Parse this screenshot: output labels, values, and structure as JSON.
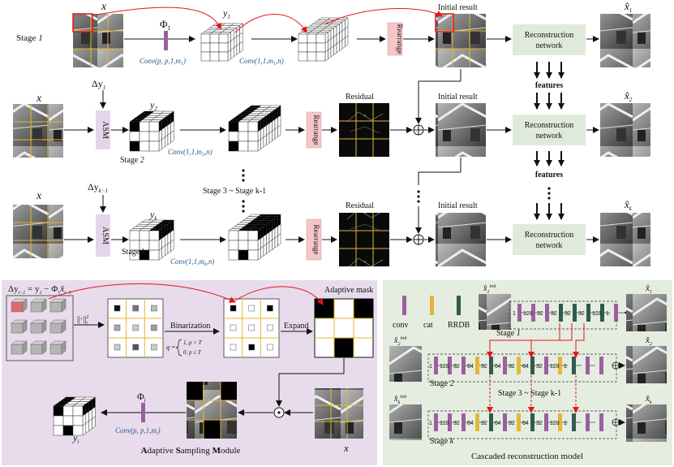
{
  "top": {
    "x": "x",
    "stage1": "Stage ",
    "stage1_num": "1",
    "phi1": "Φ",
    "phi1_sub": "1",
    "conv1": "Conv(p, p,1,m",
    "conv1_tail": ")",
    "y1": "y",
    "y1_sub": "1",
    "conv2": "Conv(1,1,m",
    "conv2_tail": ",n)",
    "rearrange": "Rearrange",
    "initial_result": "Initial result",
    "reconstruction": "Reconstruction",
    "network": "network",
    "xhat": "x̂",
    "xhat_sub": "1"
  },
  "row2": {
    "x": "x",
    "delta": "Δy",
    "delta_sub": "1",
    "asm": "ASM",
    "y": "y",
    "y_sub": "2",
    "conv": "Conv(1,1,m",
    "conv_sub": "2",
    "conv_tail": ",n)",
    "stage": "Stage ",
    "stage_num": "2",
    "rearrange": "Rearrange",
    "residual": "Residual",
    "initial_result": "Initial result",
    "reconstruction": "Reconstruction",
    "network": "network",
    "xhat_sub": "2",
    "features": "features"
  },
  "middle": {
    "stage_range": "Stage 3 ~ Stage k-1",
    "features": "features"
  },
  "row3": {
    "x": "x",
    "delta": "Δy",
    "delta_sub": "k−1",
    "asm": "ASM",
    "y": "y",
    "y_sub": "k",
    "conv": "Conv(1,1,m",
    "conv_sub": "k",
    "conv_tail": ",n)",
    "stage": "Stage ",
    "stage_num": "k",
    "rearrange": "Rearrange",
    "residual": "Residual",
    "initial_result": "Initial result",
    "reconstruction": "Reconstruction",
    "network": "network",
    "xhat_sub": "k"
  },
  "asm_panel": {
    "equation": "Δy",
    "equation_rest": " = y",
    "equation_rest2": " − Φ",
    "norm": "||·||",
    "binarization": "Binarization",
    "rule_q": "q =",
    "rule_1": "1, p > T",
    "rule_0": "0, p ≤ T",
    "expand": "Expand",
    "adaptive_mask": "Adaptive mask",
    "phi": "Φ",
    "phi_sub": "i",
    "conv": "Conv(p, p,1,m",
    "conv_tail": ")",
    "yi": "y",
    "yi_sub": "i",
    "x": "x",
    "title_a": "A",
    "title_daptive": "daptive ",
    "title_s": "S",
    "title_ampling": "ampling ",
    "title_m": "M",
    "title_odule": "odule"
  },
  "recon_panel": {
    "legend_conv": "conv",
    "legend_cat": "cat",
    "legend_rrdb": "RRDB",
    "init_sup": "init",
    "stage1": "Stage ",
    "stage1_num": "1",
    "stage2": "Stage ",
    "stage2_num": "2",
    "stage_mid": "Stage 3 ~ Stage k-1",
    "stagek": "Stage ",
    "stagek_num": "k",
    "channels_row1": [
      "1",
      "128",
      "32",
      "32",
      "32",
      "32",
      "128",
      "1"
    ],
    "channels_row2": [
      "1",
      "128",
      "32",
      "64",
      "32",
      "64",
      "32",
      "64",
      "32",
      "128",
      "1"
    ],
    "channels_row3": [
      "1",
      "128",
      "32",
      "64",
      "32",
      "64",
      "32",
      "64",
      "32",
      "128",
      "1"
    ],
    "title": "Cascaded reconstruction model"
  },
  "colors": {
    "red_line": "#e3161b",
    "purple_bar": "#9b5fa0",
    "yellow_bar": "#e3b63a",
    "green_bar": "#2f5b4e",
    "asm_box": "#e6d4ea",
    "rearrange_box": "#f4c6c6",
    "recon_box": "#dfeadb",
    "asm_panel_bg": "#e8dcec",
    "recon_panel_bg": "#e4eddf"
  }
}
